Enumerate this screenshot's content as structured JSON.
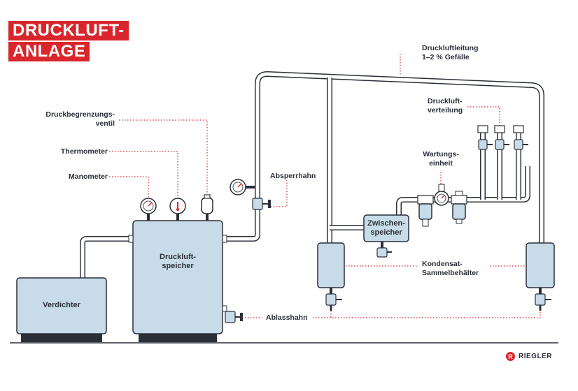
{
  "title": {
    "line1": "DRUCKLUFT-",
    "line2": "ANLAGE"
  },
  "labels": {
    "druckbegrenzungsventil": "Druckbegrenzungs-\nventil",
    "thermometer": "Thermometer",
    "manometer": "Manometer",
    "absperrhahn": "Absperrhahn",
    "druckluftleitung": "Druckluftleitung\n1–2 % Gefälle",
    "druckluftverteilung": "Druckluft-\nverteilung",
    "wartungseinheit": "Wartungs-\neinheit",
    "kondensat": "Kondensat-\nSammelbehälter",
    "ablasshahn": "Ablasshahn"
  },
  "components": {
    "verdichter": "Verdichter",
    "druckluftspeicher": "Druckluft-\nspeicher",
    "zwischenspeicher": "Zwischen-\nspeicher"
  },
  "logo": {
    "mark": "R",
    "text": "RIEGLER"
  },
  "colors": {
    "accent": "#d8262c",
    "tank_fill": "#c7dbe9",
    "outline": "#2b2f38",
    "pipe_fill": "#ffffff",
    "base": "#2b2f38"
  }
}
